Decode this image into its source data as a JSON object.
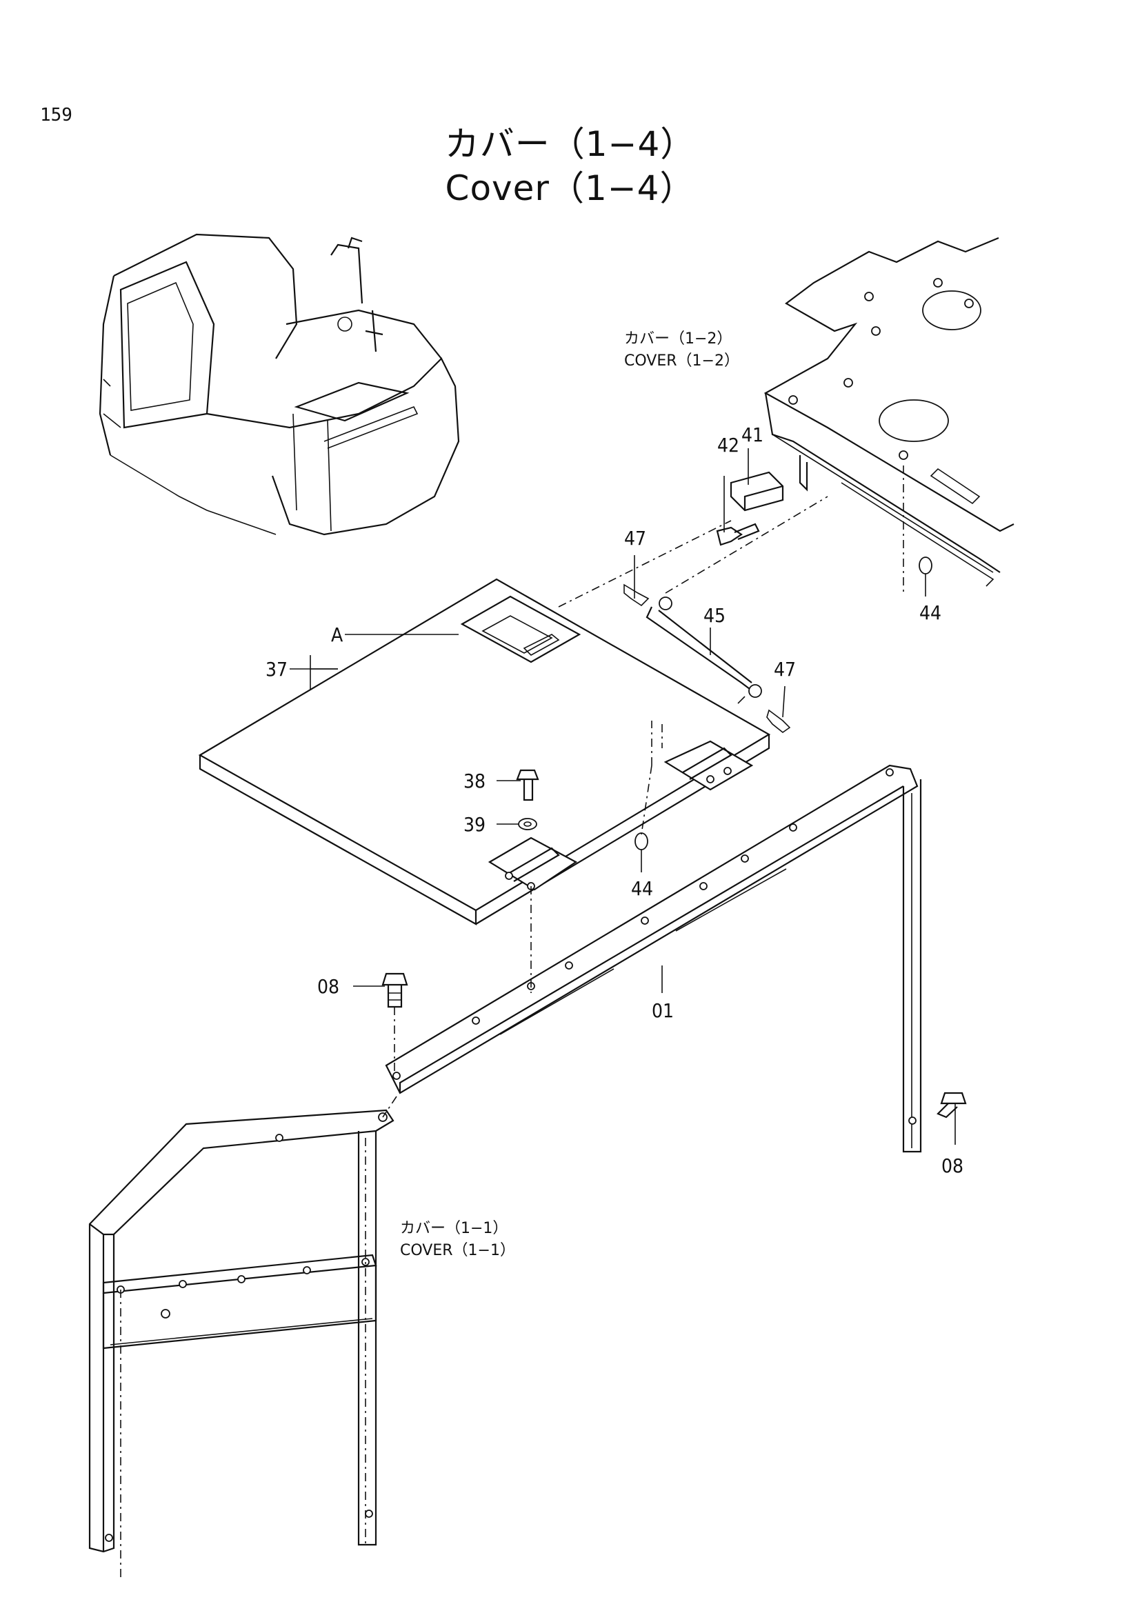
{
  "page_number": "159",
  "title_jp": "カバー（1−4）",
  "title_en": "Cover（1−4）",
  "refs": {
    "cover_1_2_jp": "カバー（1−2）",
    "cover_1_2_en": "COVER（1−2）",
    "cover_1_1_jp": "カバー（1−1）",
    "cover_1_1_en": "COVER（1−1）"
  },
  "callouts": {
    "p01": "01",
    "p08a": "08",
    "p08b": "08",
    "p37": "37",
    "pA": "A",
    "p38": "38",
    "p39": "39",
    "p41": "41",
    "p42": "42",
    "p44a": "44",
    "p44b": "44",
    "p45": "45",
    "p47a": "47",
    "p47b": "47"
  }
}
